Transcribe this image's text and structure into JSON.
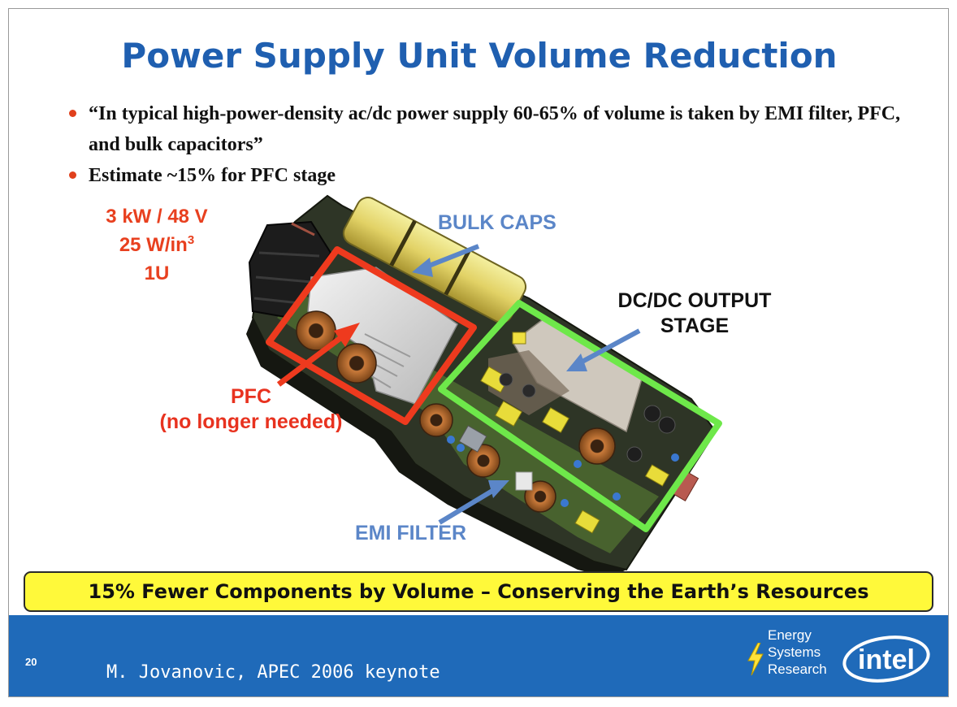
{
  "slide": {
    "title": "Power Supply Unit Volume Reduction",
    "bullets": [
      "“In typical high-power-density ac/dc power supply 60-65% of volume is taken by EMI filter, PFC, and bulk capacitors”",
      "Estimate ~15% for PFC stage"
    ],
    "specs": {
      "power": "3 kW / 48 V",
      "density_value": "25 W/in",
      "density_exp": "3",
      "height": "1U"
    },
    "labels": {
      "bulk_caps": "BULK CAPS",
      "dcdc_line1": "DC/DC OUTPUT",
      "dcdc_line2": "STAGE",
      "pfc_line1": "PFC",
      "pfc_line2": "(no longer needed)",
      "emi_filter": "EMI FILTER"
    },
    "banner": "15% Fewer Components by Volume – Conserving the Earth’s Resources",
    "footer": {
      "page_number": "20",
      "citation": "M. Jovanovic, APEC 2006 keynote",
      "org_lines": [
        "Energy",
        "Systems",
        "Research"
      ],
      "logo_text": "intel"
    }
  },
  "colors": {
    "title": "#1f5fb0",
    "bullet_dot": "#e0401c",
    "specs": "#e8401f",
    "bulk_label": "#5b86c8",
    "pfc_label": "#e8321f",
    "pfc_box": "#ee3a1e",
    "dcdc_box": "#6ee84a",
    "banner_bg": "#fff93a",
    "footer_bg": "#1f6ab9"
  },
  "icons": [
    "lightning-bolt-icon",
    "intel-logo"
  ]
}
